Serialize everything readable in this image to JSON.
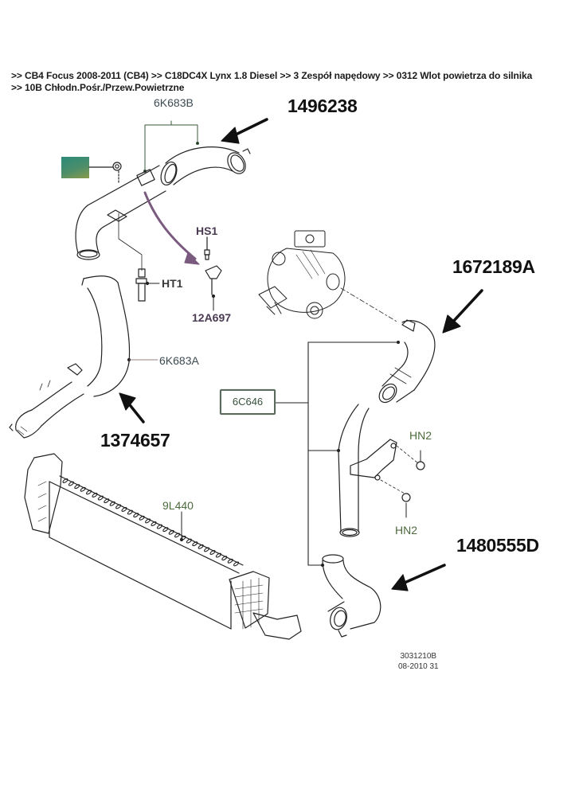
{
  "breadcrumb": {
    "line1": ">> CB4 Focus 2008-2011 (CB4)  >> C18DC4X Lynx 1.8 Diesel >> 3 Zespół napędowy >> 0312 Wlot powietrza do silnika",
    "line2": ">> 10B Chłodn.Pośr./Przew.Powietrzne"
  },
  "callouts": {
    "ref_6K683B": "6K683B",
    "ref_HS1": "HS1",
    "ref_HT1": "HT1",
    "ref_12A697": "12A697",
    "ref_6K683A": "6K683A",
    "ref_6C646": "6C646",
    "ref_HN2_upper": "HN2",
    "ref_HN2_lower": "HN2",
    "ref_9L440": "9L440"
  },
  "part_numbers": {
    "upper_hose": "1496238",
    "turbo_hose": "1672189A",
    "left_hose": "1374657",
    "lower_hose": "1480555D"
  },
  "drawing_info": {
    "code": "3031210B",
    "date": "08-2010 31"
  },
  "colors": {
    "ref_label": "#3c4a52",
    "ref_label_green": "#4c6a3c",
    "sensor_arrow": "#7a5a7e",
    "swatch": "#2c8a7a"
  },
  "components": [
    {
      "id": "upper-intake-pipe",
      "ref": "6K683B"
    },
    {
      "id": "turbocharger"
    },
    {
      "id": "intercooler",
      "ref": "9L440"
    },
    {
      "id": "pressure-sensor",
      "ref": "12A697"
    },
    {
      "id": "stud-bolt",
      "ref": "HT1"
    },
    {
      "id": "screw",
      "ref": "HS1"
    },
    {
      "id": "nut",
      "ref": "HN2"
    }
  ]
}
